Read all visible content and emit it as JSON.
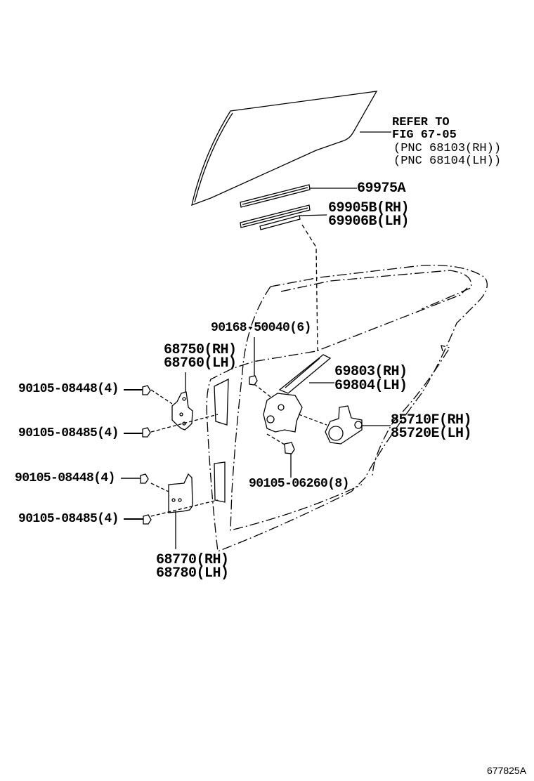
{
  "diagram": {
    "refer": {
      "line1": "REFER TO",
      "line2": "FIG 67-05",
      "line3": "(PNC 68103(RH))",
      "line4": "(PNC 68104(LH))"
    },
    "labels": {
      "glass_strip": "69975A",
      "run_rh": "69905B(RH)",
      "run_lh": "69906B(LH)",
      "bolt_50040": "90168-50040(6)",
      "hinge_upper_rh": "68750(RH)",
      "hinge_upper_lh": "68760(LH)",
      "regulator_rh": "69803(RH)",
      "regulator_lh": "69804(LH)",
      "bolt_08448_upper": "90105-08448(4)",
      "motor_rh": "85710F(RH)",
      "motor_lh": "85720E(LH)",
      "bolt_08485_upper": "90105-08485(4)",
      "bolt_06260": "90105-06260(8)",
      "bolt_08448_lower": "90105-08448(4)",
      "bolt_08485_lower": "90105-08485(4)",
      "hinge_lower_rh": "68770(RH)",
      "hinge_lower_lh": "68780(LH)"
    },
    "figure_id": "677825A"
  }
}
